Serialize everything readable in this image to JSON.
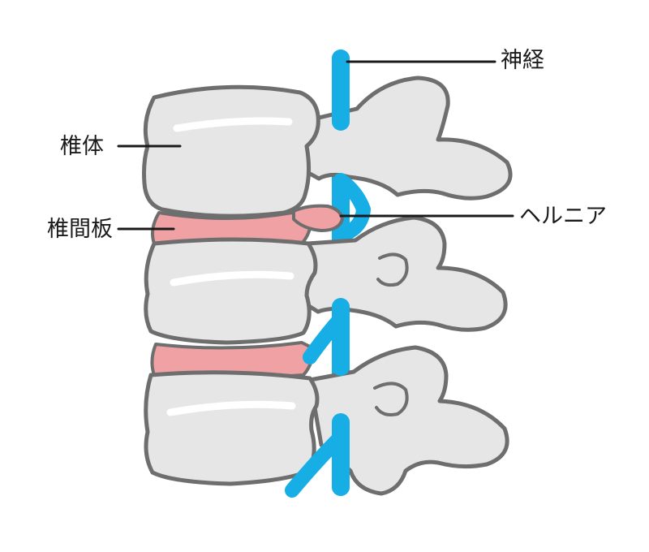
{
  "labels": {
    "nerve": "神経",
    "vertebral_body": "椎体",
    "intervertebral_disc": "椎間板",
    "hernia": "ヘルニア"
  },
  "colors": {
    "bone_fill": "#e6e6e6",
    "outline": "#6e6e6e",
    "disc": "#f0a1a4",
    "nerve": "#17aee6",
    "highlight": "#ffffff",
    "leader_line": "#1a1a1a"
  },
  "icons": {
    "vertebra": "lumbar-vertebra-illustration",
    "nerve": "spinal-nerve-illustration"
  }
}
